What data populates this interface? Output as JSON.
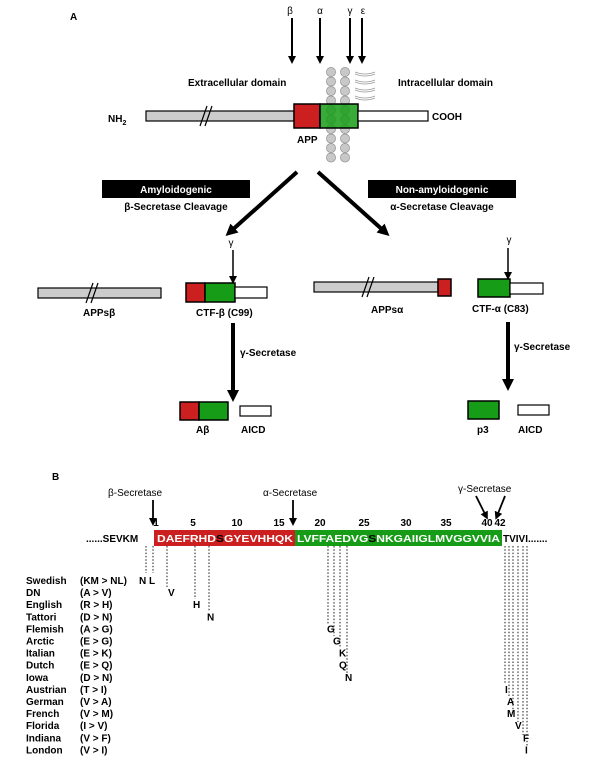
{
  "panel_a": {
    "label": "A",
    "arrows": [
      "β",
      "α",
      "γ",
      "ε"
    ],
    "extracellular": "Extracellular domain",
    "intracellular": "Intracellular domain",
    "nh2": "NH",
    "nh2_sub": "2",
    "cooh": "COOH",
    "app": "APP",
    "amyloidogenic": {
      "title": "Amyloidogenic",
      "subtitle": "β-Secretase Cleavage"
    },
    "non_amyloidogenic": {
      "title": "Non-amyloidogenic",
      "subtitle": "α-Secretase Cleavage"
    },
    "gamma": "γ",
    "apps_beta": "APPsβ",
    "ctf_beta": "CTF-β (C99)",
    "apps_alpha": "APPsα",
    "ctf_alpha": "CTF-α (C83)",
    "gamma_secretase": "γ-Secretase",
    "abeta": "Aβ",
    "aicd": "AICD",
    "p3": "p3"
  },
  "panel_b": {
    "label": "B",
    "beta_secretase": "β-Secretase",
    "alpha_secretase": "α-Secretase",
    "gamma_secretase": "γ-Secretase",
    "numbers": [
      "1",
      "5",
      "10",
      "15",
      "20",
      "25",
      "30",
      "35",
      "40",
      "42"
    ],
    "prefix": "......SEVKM",
    "red_seq": "DAEFRHD",
    "red_s": "S",
    "red_seq2": "GYEVHHQK",
    "green_seq": "LVFFAEDVG",
    "green_s": "S",
    "green_seq2": "NKGAIIGLMVGGVVIA",
    "suffix": "TVIVI.......",
    "mutations": [
      {
        "name": "Swedish",
        "change": "(KM > NL)",
        "aa": "N L"
      },
      {
        "name": "DN",
        "change": "(A > V)",
        "aa": "V"
      },
      {
        "name": "English",
        "change": "(R > H)",
        "aa": "H"
      },
      {
        "name": "Tattori",
        "change": "(D > N)",
        "aa": "N"
      },
      {
        "name": "Flemish",
        "change": "(A > G)",
        "aa": "G"
      },
      {
        "name": "Arctic",
        "change": "(E > G)",
        "aa": "G"
      },
      {
        "name": "Italian",
        "change": "(E > K)",
        "aa": "K"
      },
      {
        "name": "Dutch",
        "change": "(E > Q)",
        "aa": "Q"
      },
      {
        "name": "Iowa",
        "change": "(D > N)",
        "aa": "N"
      },
      {
        "name": "Austrian",
        "change": "(T > I)",
        "aa": "I"
      },
      {
        "name": "German",
        "change": "(V > A)",
        "aa": "A"
      },
      {
        "name": "French",
        "change": "(V > M)",
        "aa": "M"
      },
      {
        "name": "Florida",
        "change": "(I > V)",
        "aa": "V"
      },
      {
        "name": "Indiana",
        "change": "(V > F)",
        "aa": "F"
      },
      {
        "name": "London",
        "change": "(V > I)",
        "aa": "I"
      }
    ],
    "colors": {
      "red": "#cc1f1f",
      "green": "#169c16",
      "gray": "#cccccc"
    }
  }
}
